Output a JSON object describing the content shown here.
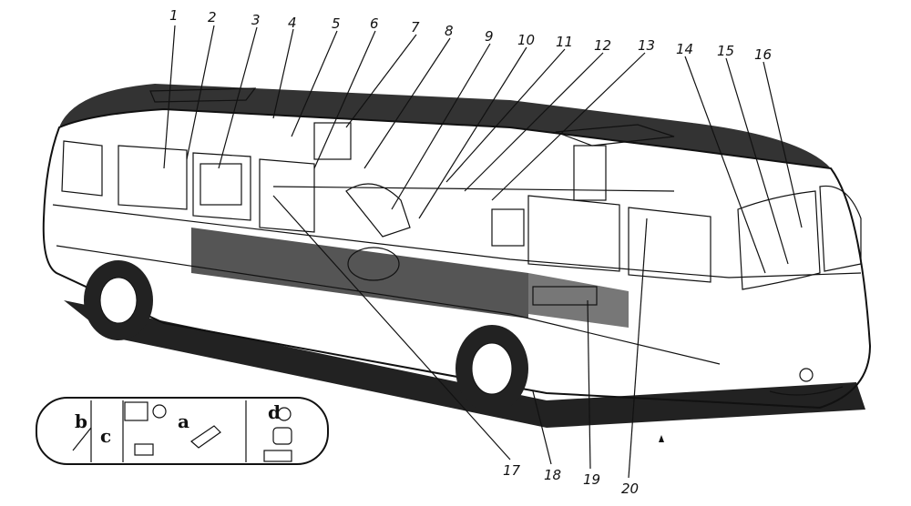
{
  "callouts": [
    "1",
    "2",
    "3",
    "4",
    "5",
    "6",
    "7",
    "8",
    "9",
    "10",
    "11",
    "12",
    "13",
    "14",
    "15",
    "16",
    "17",
    "18",
    "19",
    "20"
  ],
  "floor_plan": {
    "zones": [
      "a",
      "b",
      "c",
      "d"
    ]
  },
  "colors": {
    "ink": "#111111",
    "paper": "#ffffff",
    "floor": "#555555"
  }
}
